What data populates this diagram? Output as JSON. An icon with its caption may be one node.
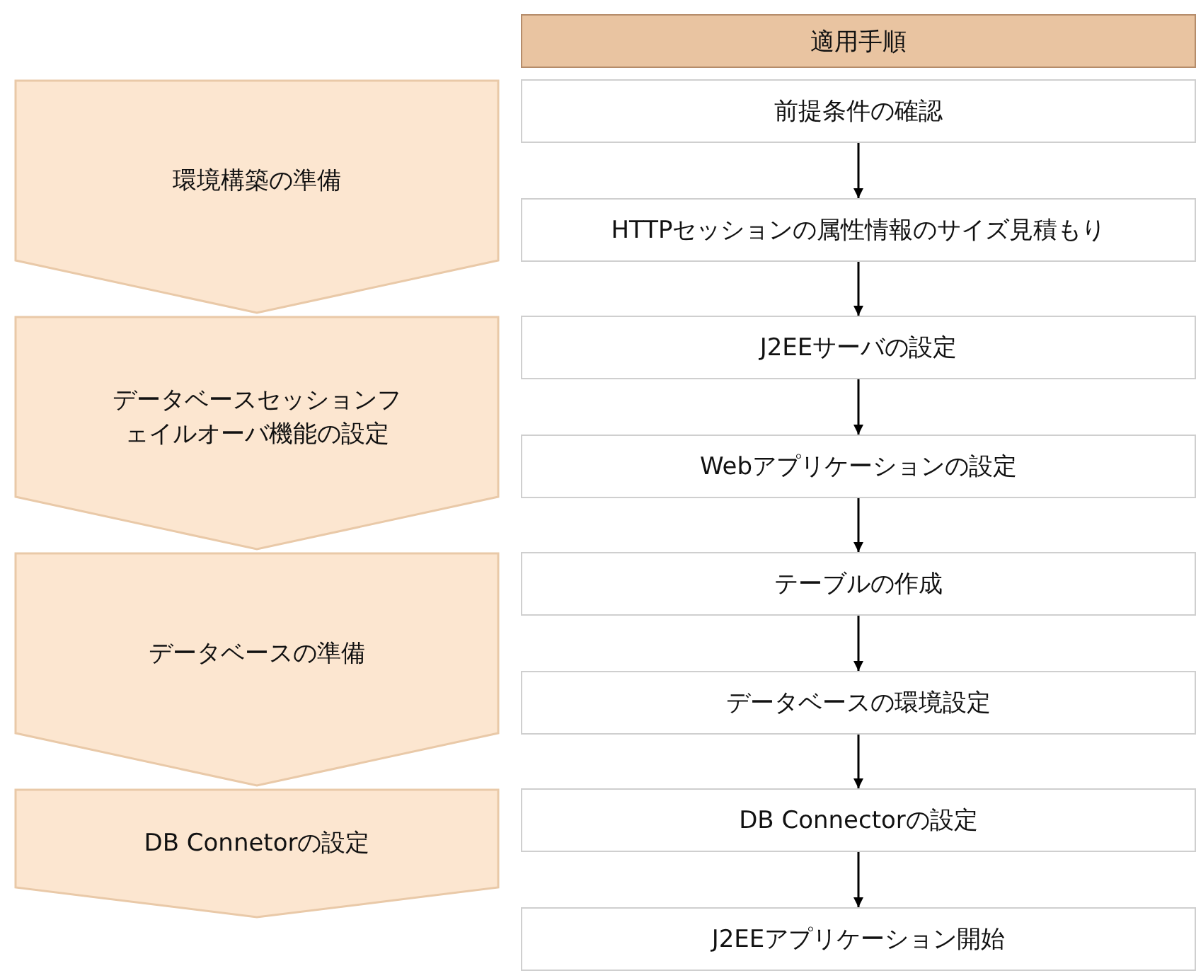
{
  "diagram": {
    "nodes": [
      {
        "text": [
          "適用手順"
        ]
      },
      {
        "text": [
          "環境構築の準備"
        ]
      },
      {
        "text": [
          "前提条件の確認"
        ]
      },
      {
        "text": [
          "HTTPセッションの属性情報のサイズ見積もり"
        ]
      },
      {
        "text": [
          "データベースセッションフェイルオーバ機能の設定"
        ]
      },
      {
        "text": [
          "J2EEサーバの設定"
        ]
      },
      {
        "text": [
          "Webアプリケーションの設定"
        ]
      },
      {
        "text": [
          "データベースの準備"
        ]
      },
      {
        "text": [
          "テーブルの作成"
        ]
      },
      {
        "text": [
          "データベースの環境設定"
        ]
      },
      {
        "text": [
          "DB Connetorの設定"
        ]
      },
      {
        "text": [
          "DB Connectorの設定"
        ]
      },
      {
        "text": [
          "J2EEアプリケーション開始"
        ]
      }
    ],
    "edges": [
      {
        "from": 2,
        "to": 3,
        "arrow": "to"
      },
      {
        "from": 3,
        "to": 5,
        "arrow": "to"
      },
      {
        "from": 5,
        "to": 6,
        "arrow": "to"
      },
      {
        "from": 6,
        "to": 8,
        "arrow": "to"
      },
      {
        "from": 8,
        "to": 9,
        "arrow": "to"
      },
      {
        "from": 9,
        "to": 11,
        "arrow": "to"
      },
      {
        "from": 11,
        "to": 12,
        "arrow": "to"
      }
    ]
  }
}
